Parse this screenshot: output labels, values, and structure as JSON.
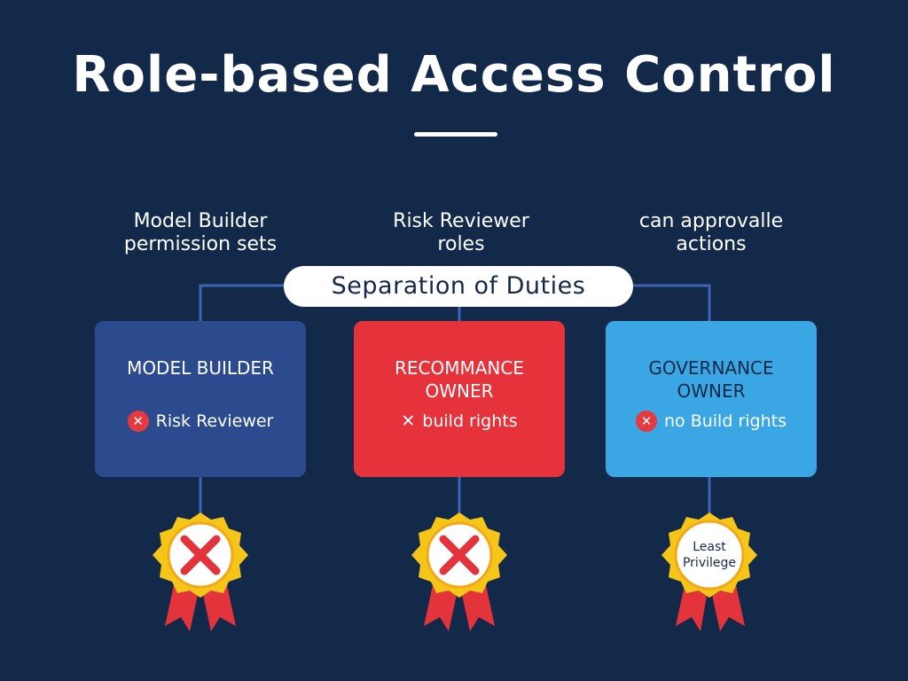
{
  "title": "Role-based Access Control",
  "captions": [
    {
      "line1": "Model Builder",
      "line2": "permission sets"
    },
    {
      "line1": "Risk Reviewer",
      "line2": "roles"
    },
    {
      "line1": "can approvalle",
      "line2": "actions"
    }
  ],
  "center_label": "Separation of Duties",
  "cards": [
    {
      "role_line1": "MODEL BUILDER",
      "role_line2": "",
      "note": "Risk Reviewer",
      "note_icon": "x-circle-icon"
    },
    {
      "role_line1": "RECOMMANCE",
      "role_line2": "OWNER",
      "note": "build rights",
      "note_icon": "x-icon"
    },
    {
      "role_line1": "GOVERNANCE",
      "role_line2": "OWNER",
      "note": "no Build rights",
      "note_icon": "x-circle-icon"
    }
  ],
  "badges": [
    {
      "type": "denied",
      "icon": "red-x-icon"
    },
    {
      "type": "denied",
      "icon": "red-x-icon"
    },
    {
      "type": "label",
      "line1": "Least",
      "line2": "Privilege"
    }
  ],
  "colors": {
    "background": "#13294a",
    "card_builder": "#2c4a8e",
    "card_risk": "#e5323b",
    "card_governance": "#3aa6e3",
    "badge_gold": "#f5c518",
    "ribbon_red": "#e3343b",
    "connector": "#3d63b6"
  }
}
